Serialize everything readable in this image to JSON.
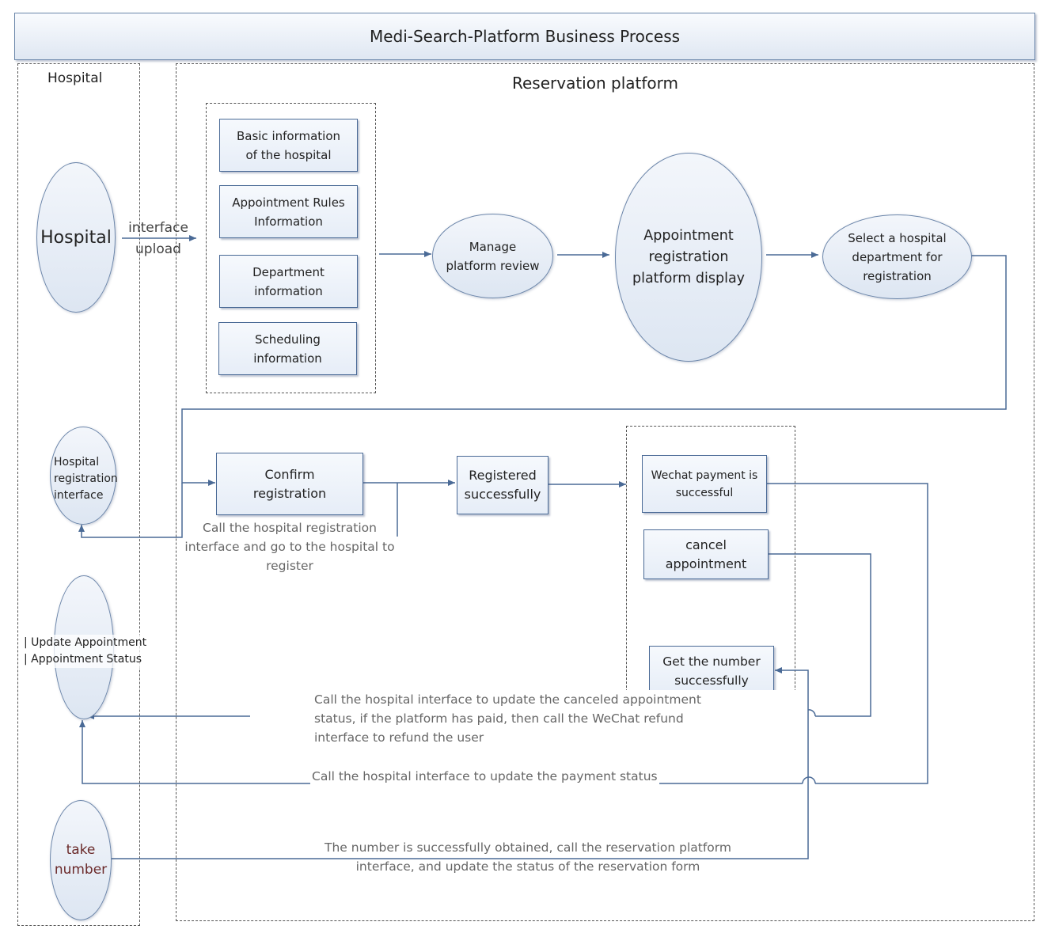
{
  "title": "Medi-Search-Platform Business Process",
  "lanes": {
    "hospital": "Hospital",
    "platform": "Reservation platform"
  },
  "hospital_nodes": {
    "hospital": "Hospital",
    "registration_interface": "Hospital\nregistration\ninterface",
    "update_status": "| Update Appointment\n| Appointment Status",
    "take_number": "take\nnumber"
  },
  "labels": {
    "interface_upload": "interface\nupload",
    "call_registration": "Call the hospital registration\ninterface and go to the hospital to\nregister",
    "call_cancel": "Call the hospital interface to update the canceled appointment\nstatus, if the platform has paid, then call the WeChat refund\ninterface to refund the user",
    "call_payment": "Call the hospital interface to update the payment status",
    "number_obtained": "The number is successfully obtained, call the reservation platform\ninterface, and update the status of the reservation form"
  },
  "info_boxes": [
    "Basic information\nof the hospital",
    "Appointment Rules\nInformation",
    "Department\ninformation",
    "Scheduling\ninformation"
  ],
  "process_nodes": {
    "manage_review": "Manage\nplatform review",
    "platform_display": "Appointment\nregistration\nplatform display",
    "select_department": "Select a hospital\ndepartment for\nregistration",
    "confirm_registration": "Confirm\nregistration",
    "registered_successfully": "Registered\nsuccessfully",
    "wechat_payment": "Wechat payment is\nsuccessful",
    "cancel_appointment": "cancel\nappointment",
    "get_number": "Get the number\nsuccessfully"
  },
  "colors": {
    "line": "#4a6a96",
    "box_border": "#4a6a96",
    "header_fill": "#e8eef6",
    "take_number_text": "#6b2a2a"
  }
}
